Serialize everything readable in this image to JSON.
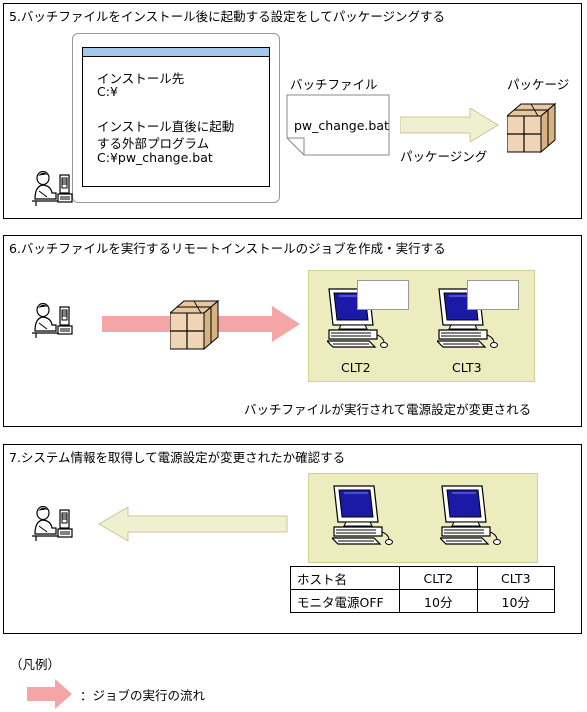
{
  "steps": [
    {
      "title": "5.バッチファイルをインストール後に起動する設定をしてパッケージングする"
    },
    {
      "title": "6.バッチファイルを実行するリモートインストールのジョブを作成・実行する"
    },
    {
      "title": "7.システム情報を取得して電源設定が変更されたか確認する"
    }
  ],
  "step5": {
    "dialog": {
      "install_dest_label": "インストール先",
      "install_dest_value": "C:¥",
      "post_install_label_1": "インストール直後に起動",
      "post_install_label_2": "する外部プログラム",
      "post_install_value": "C:¥pw_change.bat"
    },
    "batch_file_label": "バッチファイル",
    "batch_file_name": "pw_change.bat",
    "package_label": "パッケージ",
    "packaging_label": "パッケージング"
  },
  "step6": {
    "clients": [
      "CLT2",
      "CLT3"
    ],
    "result_note": "バッチファイルが実行されて電源設定が変更される"
  },
  "step7": {
    "clients": [
      "CLT2",
      "CLT3"
    ],
    "table": {
      "header": [
        "ホスト名",
        "CLT2",
        "CLT3"
      ],
      "row": [
        "モニタ電源OFF",
        "10分",
        "10分"
      ]
    }
  },
  "legend": {
    "title": "（凡例）",
    "job_flow": "：ジョブの実行の流れ"
  },
  "colors": {
    "job_arrow": "#f4a6a6",
    "data_arrow": "#eef0cf",
    "client_area": "#ececbe",
    "package_box": "#efd5b5",
    "monitor_screen": "#1a1aa6"
  },
  "icons": [
    "user-icon",
    "dialog-window",
    "batch-file-icon",
    "package-icon",
    "pc-icon",
    "speech-bubble"
  ]
}
